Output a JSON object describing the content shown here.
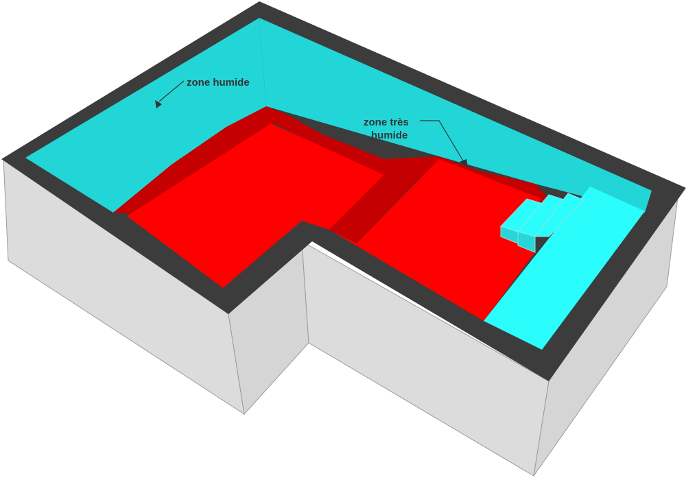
{
  "labels": {
    "humid_zone": "zone humide",
    "very_humid_zone_line1": "zone très",
    "very_humid_zone_line2": "humide"
  },
  "colors": {
    "outer_wall": "#dcdcdc",
    "wall_top": "#3c3c3c",
    "inner_wall": "#22d6d8",
    "wet_floor": "#ff0000",
    "wet_wall_band": "#c40000",
    "dry_floor": "#2bfdfd",
    "steps": "#2bfdfd",
    "annotation_text": "#333333"
  }
}
